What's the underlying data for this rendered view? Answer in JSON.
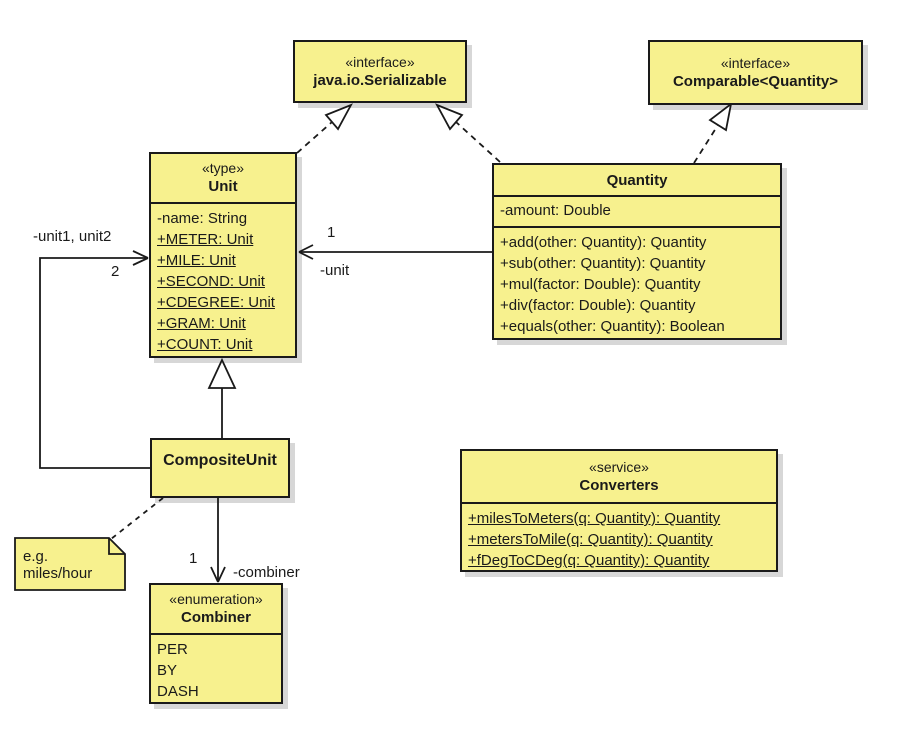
{
  "classes": {
    "serializable": {
      "stereotype": "«interface»",
      "name": "java.io.Serializable"
    },
    "comparable": {
      "stereotype": "«interface»",
      "name": "Comparable<Quantity>"
    },
    "unit": {
      "stereotype": "«type»",
      "name": "Unit",
      "attributes": [
        "-name: String",
        "+METER: Unit",
        "+MILE: Unit",
        "+SECOND: Unit",
        "+CDEGREE: Unit",
        "+GRAM: Unit",
        "+COUNT: Unit"
      ]
    },
    "quantity": {
      "name": "Quantity",
      "attributes": [
        "-amount: Double"
      ],
      "methods": [
        "+add(other: Quantity): Quantity",
        "+sub(other: Quantity): Quantity",
        "+mul(factor: Double): Quantity",
        "+div(factor: Double): Quantity",
        "+equals(other: Quantity): Boolean"
      ]
    },
    "composite_unit": {
      "name": "CompositeUnit"
    },
    "converters": {
      "stereotype": "«service»",
      "name": "Converters",
      "methods": [
        "+milesToMeters(q: Quantity): Quantity",
        "+metersToMile(q: Quantity): Quantity",
        "+fDegToCDeg(q: Quantity): Quantity"
      ]
    },
    "combiner": {
      "stereotype": "«enumeration»",
      "name": "Combiner",
      "literals": [
        "PER",
        "BY",
        "DASH"
      ]
    }
  },
  "note": {
    "line1": "e.g.",
    "line2": "miles/hour"
  },
  "edge_labels": {
    "quantity_unit_multiplicity": "1",
    "quantity_unit_role": "-unit",
    "composite_units_role": "-unit1, unit2",
    "composite_units_multiplicity": "2",
    "composite_combiner_multiplicity": "1",
    "composite_combiner_role": "-combiner"
  },
  "colors": {
    "box_fill": "#F7F18E",
    "box_border": "#1a1a1a",
    "shadow": "#d7d7d7",
    "background": "#ffffff",
    "text": "#1a1a1a"
  }
}
